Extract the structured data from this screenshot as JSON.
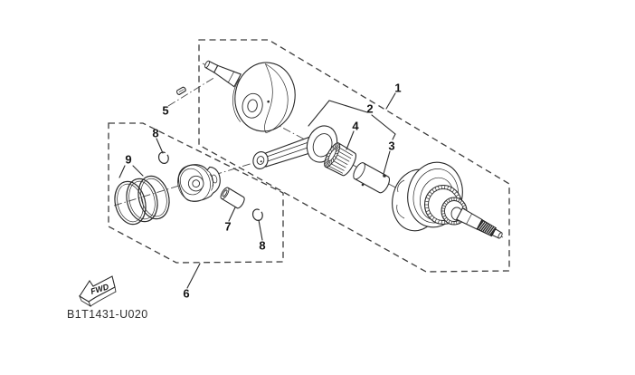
{
  "diagram": {
    "figure_type": "exploded-parts-diagram",
    "part_code": "B1T1431-U020",
    "fwd_label": "FWD",
    "callouts": [
      {
        "n": "1"
      },
      {
        "n": "2"
      },
      {
        "n": "3"
      },
      {
        "n": "4"
      },
      {
        "n": "5"
      },
      {
        "n": "6"
      },
      {
        "n": "7"
      },
      {
        "n": "8"
      },
      {
        "n": "8"
      },
      {
        "n": "9"
      }
    ],
    "colors": {
      "background": "#ffffff",
      "line": "#2a2a2a",
      "dashed_outline": "#3c3c3c",
      "centerline": "#4a4a4a",
      "label_text": "#141414",
      "code_text": "#2f2f2f",
      "threaded_section": "#2e2e2e"
    }
  }
}
